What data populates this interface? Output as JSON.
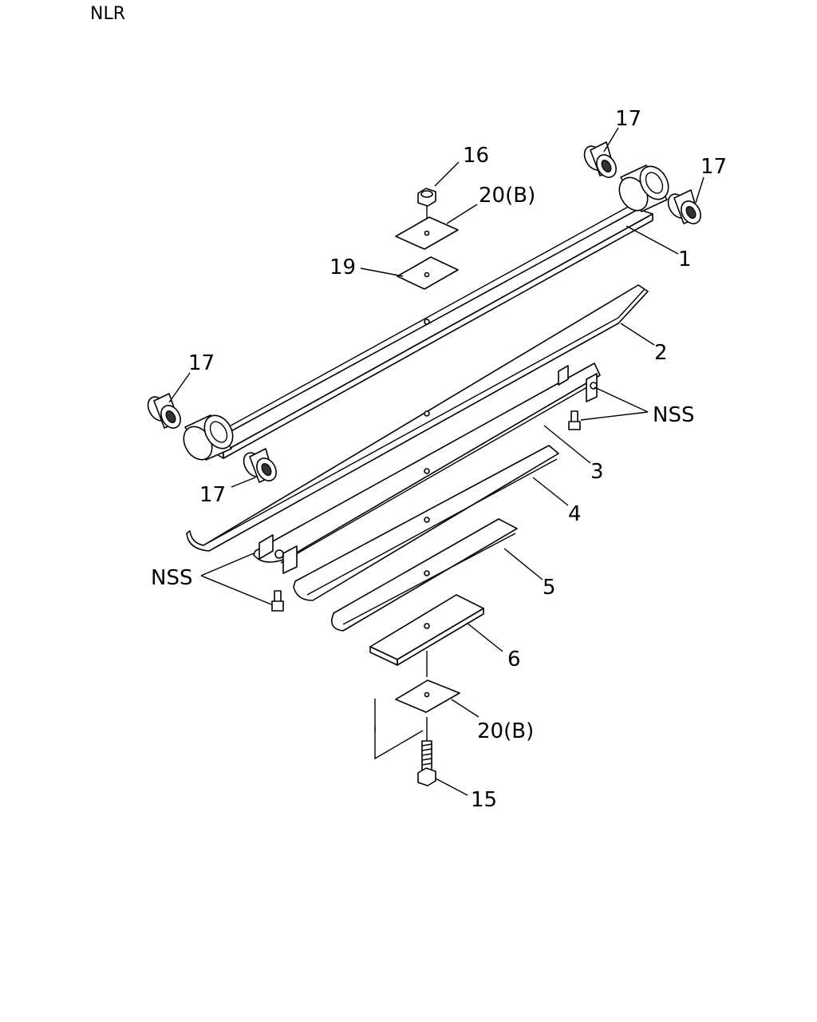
{
  "header": {
    "model_code": "NLR"
  },
  "callouts": {
    "c1": "1",
    "c2": "2",
    "c3": "3",
    "c4": "4",
    "c5": "5",
    "c6": "6",
    "c15": "15",
    "c16": "16",
    "c17_top_a": "17",
    "c17_top_b": "17",
    "c17_left_a": "17",
    "c17_left_b": "17",
    "c19": "19",
    "c20_top": "20(B)",
    "c20_bottom": "20(B)",
    "nss_right": "NSS",
    "nss_left": "NSS"
  }
}
